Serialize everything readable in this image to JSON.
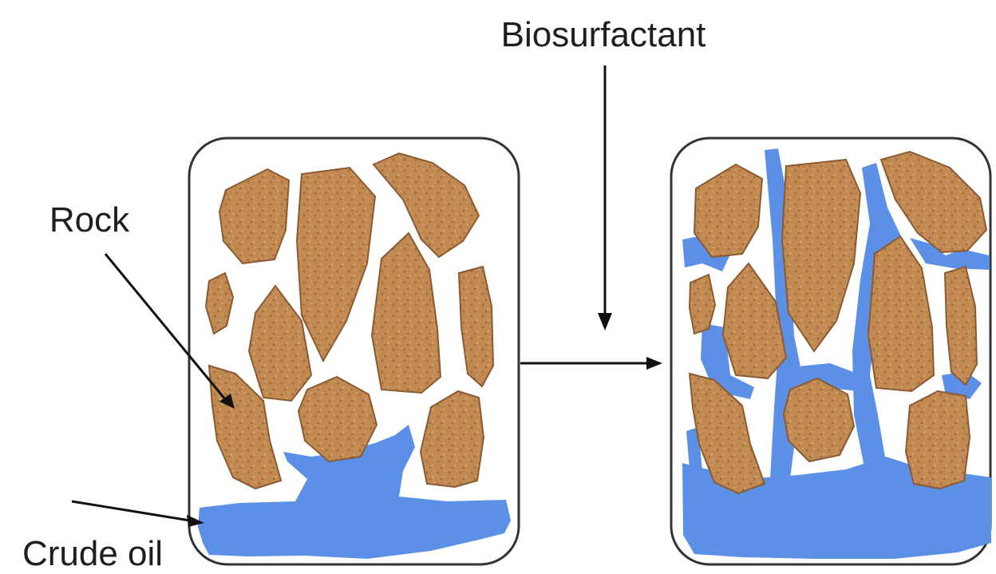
{
  "labels": {
    "biosurfactant": "Biosurfactant",
    "rock": "Rock",
    "crude_oil": "Crude oil"
  },
  "colors": {
    "rock_fill": "#c18a52",
    "rock_outline": "#8a5a32",
    "oil_fill": "#5b90e6",
    "frame_stroke": "#333333",
    "arrow": "#111111",
    "text": "#1e1e1e"
  },
  "panels": [
    {
      "name": "before-treatment-panel",
      "state": "oil trapped at bottom"
    },
    {
      "name": "after-treatment-panel",
      "state": "oil spread through pore spaces"
    }
  ]
}
